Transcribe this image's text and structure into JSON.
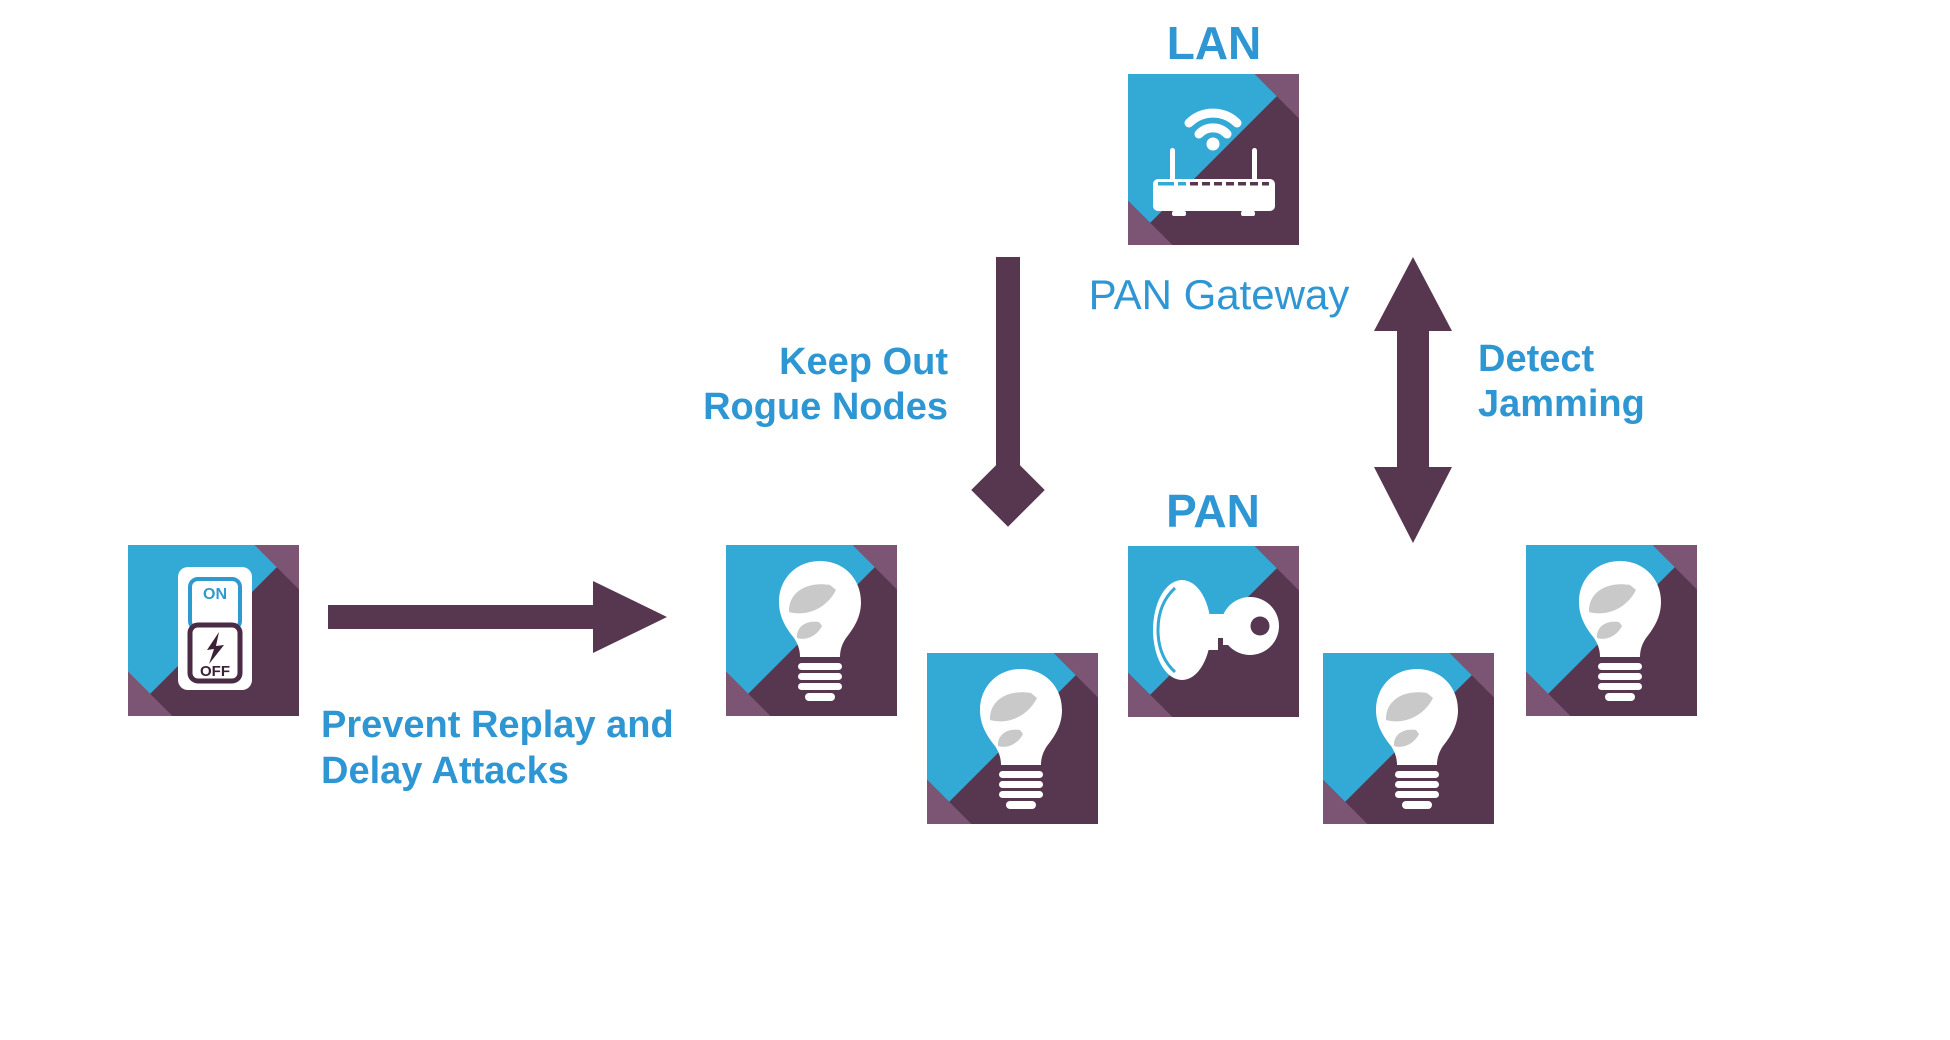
{
  "diagram": {
    "lan_label": "LAN",
    "pan_gateway_label": "PAN Gateway",
    "pan_label": "PAN",
    "keep_out": {
      "line1": "Keep Out",
      "line2": "Rogue Nodes"
    },
    "detect": {
      "line1": "Detect",
      "line2": "Jamming"
    },
    "prevent": {
      "line1": "Prevent Replay and",
      "line2": "Delay Attacks"
    },
    "switch": {
      "on": "ON",
      "off": "OFF"
    },
    "icons": {
      "gateway": "wifi-router-icon",
      "smart_bulb": "eco-lightbulb-icon",
      "security_key": "key-icon",
      "power_switch": "on-off-switch-icon"
    },
    "colors": {
      "tile_cyan": "#33A9D6",
      "tile_dark_purple": "#573650",
      "tile_mauve": "#7B5573",
      "label_blue": "#2E96D3",
      "background": "#FFFFFF"
    }
  }
}
